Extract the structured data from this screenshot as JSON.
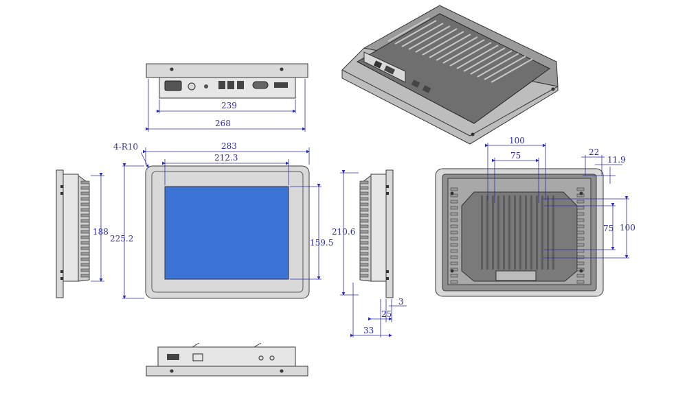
{
  "labels": {
    "top_inner_width": "239",
    "top_outer_width": "268",
    "corner_radius": "4-R10",
    "front_width": "283",
    "screen_width": "212.3",
    "front_height": "225.2",
    "screen_height": "159.5",
    "side_height": "188",
    "cutout_height": "210.6",
    "depth_3": "3",
    "depth_25": "25",
    "depth_33": "33",
    "mount_100_top": "100",
    "mount_75_top": "75",
    "offset_22": "22",
    "offset_11_9": "11.9",
    "mount_75_right": "75",
    "mount_100_right": "100"
  },
  "colors": {
    "screen": "#3b74d4",
    "dimension": "#2b2bb0",
    "line": "#3a3a3a",
    "bezel": "#d9d9d9"
  }
}
